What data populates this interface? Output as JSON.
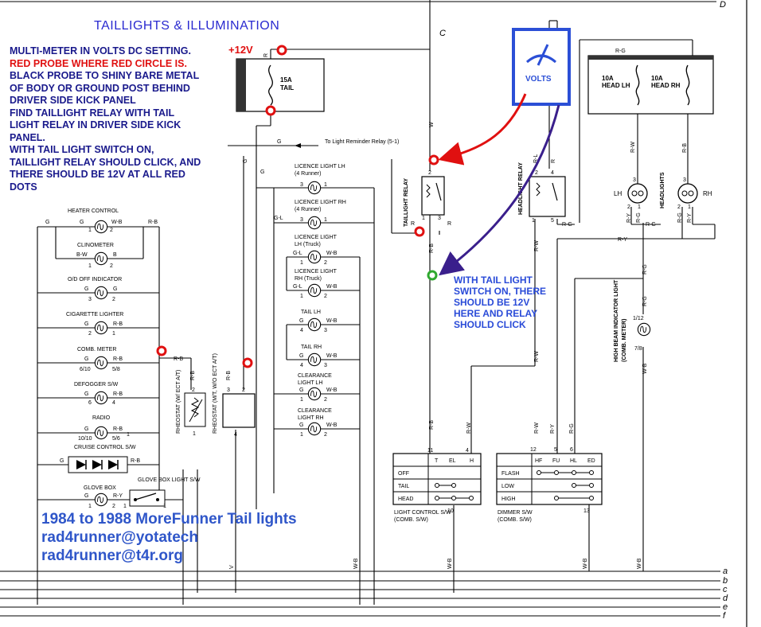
{
  "title": "TAILLIGHTS & ILLUMINATION",
  "instructions": {
    "line1": "MULTI-METER IN VOLTS DC SETTING.",
    "line2": "RED PROBE WHERE RED CIRCLE IS.",
    "line3": "BLACK PROBE TO SHINY BARE METAL",
    "line4": "OF BODY OR GROUND POST BEHIND",
    "line5": "DRIVER SIDE KICK PANEL",
    "line6": "FIND TAILLIGHT RELAY WITH TAIL",
    "line7": "LIGHT RELAY IN DRIVER SIDE KICK",
    "line8": "PANEL.",
    "line9": "WITH TAIL LIGHT SWITCH ON,",
    "line10": "TAILLIGHT RELAY SHOULD CLICK, AND",
    "line11": "THERE SHOULD BE 12V AT ALL RED",
    "line12": "DOTS"
  },
  "plus12v": "+12V",
  "volts_meter": "VOLTS",
  "relay_note": {
    "line1": "WITH TAIL LIGHT",
    "line2": "SWITCH ON, THERE",
    "line3": "SHOULD BE 12V",
    "line4": "HERE AND RELAY",
    "line5": "SHOULD CLICK"
  },
  "credits": {
    "line1": "1984 to 1988 MoreFunner Tail lights",
    "line2": "rad4runner@yotatech",
    "line3": "rad4runner@t4r.org"
  },
  "fuses": {
    "tail": {
      "rating": "15A",
      "name": "TAIL"
    },
    "head_lh": {
      "rating": "10A",
      "name": "HEAD LH"
    },
    "head_rh": {
      "rating": "10A",
      "name": "HEAD RH"
    }
  },
  "bus_letters": [
    "a",
    "b",
    "c",
    "d",
    "e",
    "f"
  ],
  "corner_labels": {
    "c_top": "C",
    "d_top": "D"
  },
  "left_column": [
    {
      "label": "HEATER CONTROL",
      "left": "G",
      "right": "W-B",
      "pin_l": "1",
      "pin_r": "2"
    },
    {
      "label": "CLINOMETER",
      "left": "B-W",
      "right": "B",
      "pin_l": "1",
      "pin_r": "2"
    },
    {
      "label": "O/D OFF INDICATOR",
      "left": "G",
      "right": "G",
      "pin_l": "3",
      "pin_r": "2"
    },
    {
      "label": "CIGARETTE LIGHTER",
      "left": "G",
      "right": "R-B",
      "pin_l": "2",
      "pin_r": "1"
    },
    {
      "label": "COMB. METER",
      "left": "G",
      "right": "R-B",
      "pin_l": "6/10",
      "pin_r": "5/8"
    },
    {
      "label": "DEFOGGER S/W",
      "left": "G",
      "right": "R-B",
      "pin_l": "6",
      "pin_r": "4"
    },
    {
      "label": "RADIO",
      "left": "G",
      "right": "R-B",
      "pin_l": "10/10",
      "pin_r": "5/6"
    },
    {
      "label": "GLOVE BOX",
      "left": "G",
      "right": "R-Y",
      "pin_l": "1",
      "pin_r": "2"
    }
  ],
  "left_misc": {
    "g_top": "G",
    "rb_top": "R-B",
    "rb_mid": "R-B",
    "cruise_label": "CRUISE CONTROL S/W",
    "cruise_left": "G",
    "cruise_right": "R-B",
    "glove_sw_label": "GLOVE BOX LIGHT S/W",
    "glove_sw_pin1": "1",
    "glove_sw_pin2": "1",
    "radio_pin": "1"
  },
  "rheostats": {
    "ect": "RHEOSTAT (W/ ECT A/T)",
    "mt": "RHEOSTAT (M/T, W/O ECT A/T)",
    "wire_rb": "R-B",
    "wire_rb2": "R-B",
    "wire_g": "G",
    "pin_2": "2",
    "pin_1": "1",
    "pin_3": "3",
    "pin_2b": "2",
    "pin_4": "4"
  },
  "mid_wiring": {
    "g_to_reminder": "G",
    "reminder": "To Light Reminder Relay (5-1)",
    "wire_r": "R",
    "wire_g_vert": "G",
    "wire_gl": "G-L"
  },
  "lamps": [
    {
      "label": "LICENCE LIGHT LH",
      "sub": "(4 Runner)",
      "left": "",
      "right": "",
      "pin_l": "3",
      "pin_r": "1"
    },
    {
      "label": "LICENCE LIGHT RH",
      "sub": "(4 Runner)",
      "left": "",
      "right": "",
      "pin_l": "3",
      "pin_r": "1"
    },
    {
      "label": "LICENCE LIGHT",
      "sub": "LH (Truck)",
      "left": "G-L",
      "right": "W-B",
      "pin_l": "1",
      "pin_r": "2"
    },
    {
      "label": "LICENCE LIGHT",
      "sub": "RH (Truck)",
      "left": "G-L",
      "right": "W-B",
      "pin_l": "1",
      "pin_r": "2"
    },
    {
      "label": "TAIL LH",
      "sub": "",
      "left": "G",
      "right": "W-B",
      "pin_l": "4",
      "pin_r": "3"
    },
    {
      "label": "TAIL RH",
      "sub": "",
      "left": "G",
      "right": "W-B",
      "pin_l": "4",
      "pin_r": "3"
    },
    {
      "label": "CLEARANCE",
      "sub": "LIGHT LH",
      "left": "G",
      "right": "W-B",
      "pin_l": "1",
      "pin_r": "2"
    },
    {
      "label": "CLEARANCE",
      "sub": "LIGHT RH",
      "left": "G",
      "right": "W-B",
      "pin_l": "1",
      "pin_r": "2"
    }
  ],
  "taillight_relay": {
    "label": "TAILLIGHT RELAY",
    "pin_2": "2",
    "pin_1": "1",
    "pin_3": "3",
    "wire_r_left": "R",
    "wire_r": "R",
    "wire_w": "W",
    "wire_rb": "R-B",
    "wire_rb_low": "R-B",
    "pin_11": "11"
  },
  "headlight_relay": {
    "label": "HEADLIGHT RELAY",
    "wire_rl": "R-L",
    "wire_r": "R",
    "pin_4": "4",
    "pin_2": "2",
    "pin_1": "1",
    "pin_5": "5",
    "wire_rg": "R-G",
    "wire_rw": "R-W",
    "wire_rw_low": "R-W"
  },
  "headlights": {
    "label": "HEADLIGHTS",
    "lh": "LH",
    "rh": "RH",
    "wire_rg_top": "R-G",
    "wire_rw": "R-W",
    "wire_rb": "R-B",
    "pin_3l": "3",
    "pin_3r": "3",
    "pin_2l": "2",
    "pin_1l": "1",
    "pin_2r": "2",
    "pin_1r": "1",
    "ry_l": "R-Y",
    "rg_l": "R-G",
    "rg_r": "R-G",
    "ry_r": "R-Y",
    "rg_mid": "R-G",
    "ry_mid": "R-Y"
  },
  "high_beam": {
    "label": "HIGH BEAM INDICATOR LIGHT",
    "sub": "(COMB. METER)",
    "wire_rg": "R-G",
    "wire_rg2": "R-G",
    "wire_wb": "W-B",
    "pin_top": "1/12",
    "pin_bot": "7/8"
  },
  "light_control_switch": {
    "label": "LIGHT CONTROL S/W",
    "sub": "(COMB. S/W)",
    "cols": [
      "T",
      "EL",
      "H"
    ],
    "rows": [
      "OFF",
      "TAIL",
      "HEAD"
    ],
    "pin_11": "11",
    "pin_4": "4",
    "pin_10": "10",
    "wire_rb": "R-B",
    "wire_rw": "R-W"
  },
  "dimmer_switch": {
    "label": "DIMMER S/W",
    "sub": "(COMB. S/W)",
    "cols": [
      "HF",
      "FU",
      "HL",
      "ED"
    ],
    "rows": [
      "FLASH",
      "LOW",
      "HIGH"
    ],
    "pin_12": "12",
    "pin_5": "5",
    "pin_6": "6",
    "pin_13": "13",
    "wire_rw": "R-W",
    "wire_ry": "R-Y",
    "wire_rg": "R-G"
  },
  "ground_wires": {
    "wb1": "W-B",
    "wb2": "W-B",
    "wb3": "W-B",
    "wb4": "W-B",
    "v": "V"
  }
}
